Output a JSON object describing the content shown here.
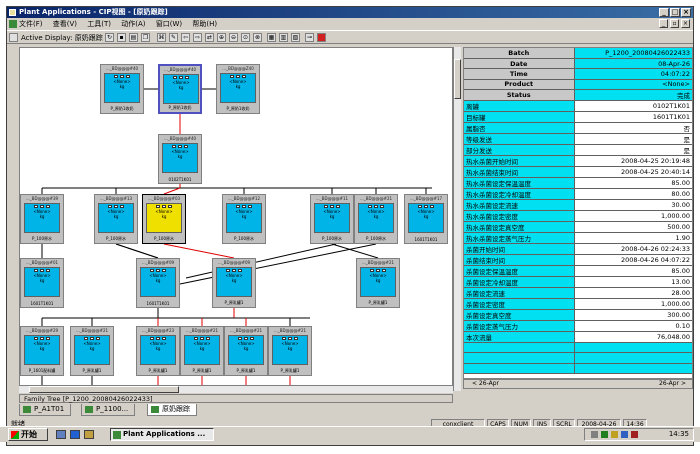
{
  "window": {
    "title": "Plant Applications - CIP视图 - [原奶跟踪]",
    "minimize": "_",
    "maximize": "□",
    "close": "×"
  },
  "menu": [
    "文件(F)",
    "查看(V)",
    "工具(T)",
    "动作(A)",
    "窗口(W)",
    "帮助(H)"
  ],
  "toolbar": {
    "display_label": "Active Display: 原奶跟踪"
  },
  "tree_nodes": [
    {
      "id": "n1",
      "cap": "..._BD@@@#40",
      "body": "<None>",
      "unit": "kg",
      "foot": "P_原奶1收奶"
    },
    {
      "id": "n2",
      "cap": "..._BD@@@#40",
      "body": "<None>",
      "unit": "kg",
      "foot": "P_原奶1收奶",
      "selected": true
    },
    {
      "id": "n3",
      "cap": "..._BD@@@Z40",
      "body": "<None>",
      "unit": "kg",
      "foot": "P_原奶1收奶"
    },
    {
      "id": "n4",
      "cap": "..._BD@@@#40",
      "body": "<None>",
      "unit": "kg",
      "foot": "0102T1K01"
    },
    {
      "id": "n5",
      "cap": "..._BD@@@#39",
      "body": "<None>",
      "unit": "kg",
      "foot": "P_100原水"
    },
    {
      "id": "n6",
      "cap": "..._BD@@@#13",
      "body": "<None>",
      "unit": "kg",
      "foot": "P_100原水"
    },
    {
      "id": "n7",
      "cap": "..._BD@@@#03",
      "body": "<None>",
      "unit": "kg",
      "foot": "P_100原水",
      "yellow": true
    },
    {
      "id": "n8",
      "cap": "..._BD@@@#12",
      "body": "<None>",
      "unit": "kg",
      "foot": "P_100原水"
    },
    {
      "id": "n9",
      "cap": "..._BD@@@#11",
      "body": "<None>",
      "unit": "kg",
      "foot": "P_100原水"
    },
    {
      "id": "n10",
      "cap": "..._BD@@@#21",
      "body": "<None>",
      "unit": "kg",
      "foot": "P_100原水"
    },
    {
      "id": "n11",
      "cap": "..._BD@@@#17",
      "body": "<None>",
      "unit": "kg",
      "foot": "1601T1K01"
    },
    {
      "id": "n12",
      "cap": "..._BD@@@#01",
      "body": "<None>",
      "unit": "kg",
      "foot": "1601T1K01"
    },
    {
      "id": "n13",
      "cap": "..._BD@@@#09",
      "body": "<None>",
      "unit": "kg",
      "foot": "1601T1K01"
    },
    {
      "id": "n14",
      "cap": "..._BD@@@#09",
      "body": "<None>",
      "unit": "kg",
      "foot": "P_原乳罐1"
    },
    {
      "id": "n15",
      "cap": "..._BD@@@#21",
      "body": "<None>",
      "unit": "kg",
      "foot": "P_原乳罐1"
    },
    {
      "id": "n16",
      "cap": "..._BD@@@#29",
      "body": "<None>",
      "unit": "kg",
      "foot": "P_1601配料罐"
    },
    {
      "id": "n17",
      "cap": "..._BD@@@#21",
      "body": "<None>",
      "unit": "kg",
      "foot": "P_原乳罐1"
    },
    {
      "id": "n18",
      "cap": "..._BD@@@#23",
      "body": "<None>",
      "unit": "kg",
      "foot": "P_原乳罐1"
    },
    {
      "id": "n19",
      "cap": "..._BD@@@#21",
      "body": "<None>",
      "unit": "kg",
      "foot": "P_原乳罐1"
    }
  ],
  "properties": [
    {
      "key": "Batch",
      "value": "P_1200_20080426022433",
      "header": true
    },
    {
      "key": "Date",
      "value": "08-Apr-26",
      "header": true
    },
    {
      "key": "Time",
      "value": "04:07:22",
      "header": true
    },
    {
      "key": "Product",
      "value": "<None>",
      "header": true
    },
    {
      "key": "Status",
      "value": "完成",
      "header": true
    },
    {
      "key": "离罐",
      "value": "0102T1K01"
    },
    {
      "key": "目标罐",
      "value": "1601T1K01"
    },
    {
      "key": "属脂否",
      "value": "否"
    },
    {
      "key": "等级发送",
      "value": "是"
    },
    {
      "key": "部分发送",
      "value": "是"
    },
    {
      "key": "热水杀菌开始时间",
      "value": "2008-04-25 20:19:48"
    },
    {
      "key": "热水杀菌结束时间",
      "value": "2008-04-25 20:40:14"
    },
    {
      "key": "热水杀菌设定保温温度",
      "value": "85.00"
    },
    {
      "key": "热水杀菌设定冷却温度",
      "value": "80.00"
    },
    {
      "key": "热水杀菌设定流速",
      "value": "30.00"
    },
    {
      "key": "热水杀菌设定密度",
      "value": "1,000.00"
    },
    {
      "key": "热水杀菌设定真空度",
      "value": "500.00"
    },
    {
      "key": "热水杀菌设定蒸气压力",
      "value": "1.90"
    },
    {
      "key": "杀菌开始时间",
      "value": "2008-04-26 02:24:33"
    },
    {
      "key": "杀菌结束时间",
      "value": "2008-04-26 04:07:22"
    },
    {
      "key": "杀菌设定保温温度",
      "value": "85.00"
    },
    {
      "key": "杀菌设定冷却温度",
      "value": "13.00"
    },
    {
      "key": "杀菌设定流速",
      "value": "28.00"
    },
    {
      "key": "杀菌设定密度",
      "value": "1,000.00"
    },
    {
      "key": "杀菌设定真空度",
      "value": "300.00"
    },
    {
      "key": "杀菌设定蒸气压力",
      "value": "0.10"
    },
    {
      "key": "本次流量",
      "value": "76,048.00"
    }
  ],
  "datebar": {
    "left": "< 26-Apr",
    "right": "26-Apr >"
  },
  "family_tree": "Family Tree [P_1200_20080426022433]",
  "tabs": [
    "P_A1T01",
    "P_1100...",
    "原奶跟踪"
  ],
  "status": {
    "text": "就绪",
    "server": "conxclient",
    "caps": "CAPS",
    "num": "NUM",
    "ins": "INS",
    "scrl": "SCRL",
    "date": "2008-04-26",
    "time": "14:36"
  },
  "taskbar": {
    "start": "开始",
    "app": "Plant Applications ...",
    "clock": "14:35"
  },
  "colors": {
    "accent": "#0a246a",
    "node_fill": "#00b4e8",
    "selected_node": "#f0e000",
    "link_red": "#e00000",
    "property_key": "#00e0f0"
  }
}
